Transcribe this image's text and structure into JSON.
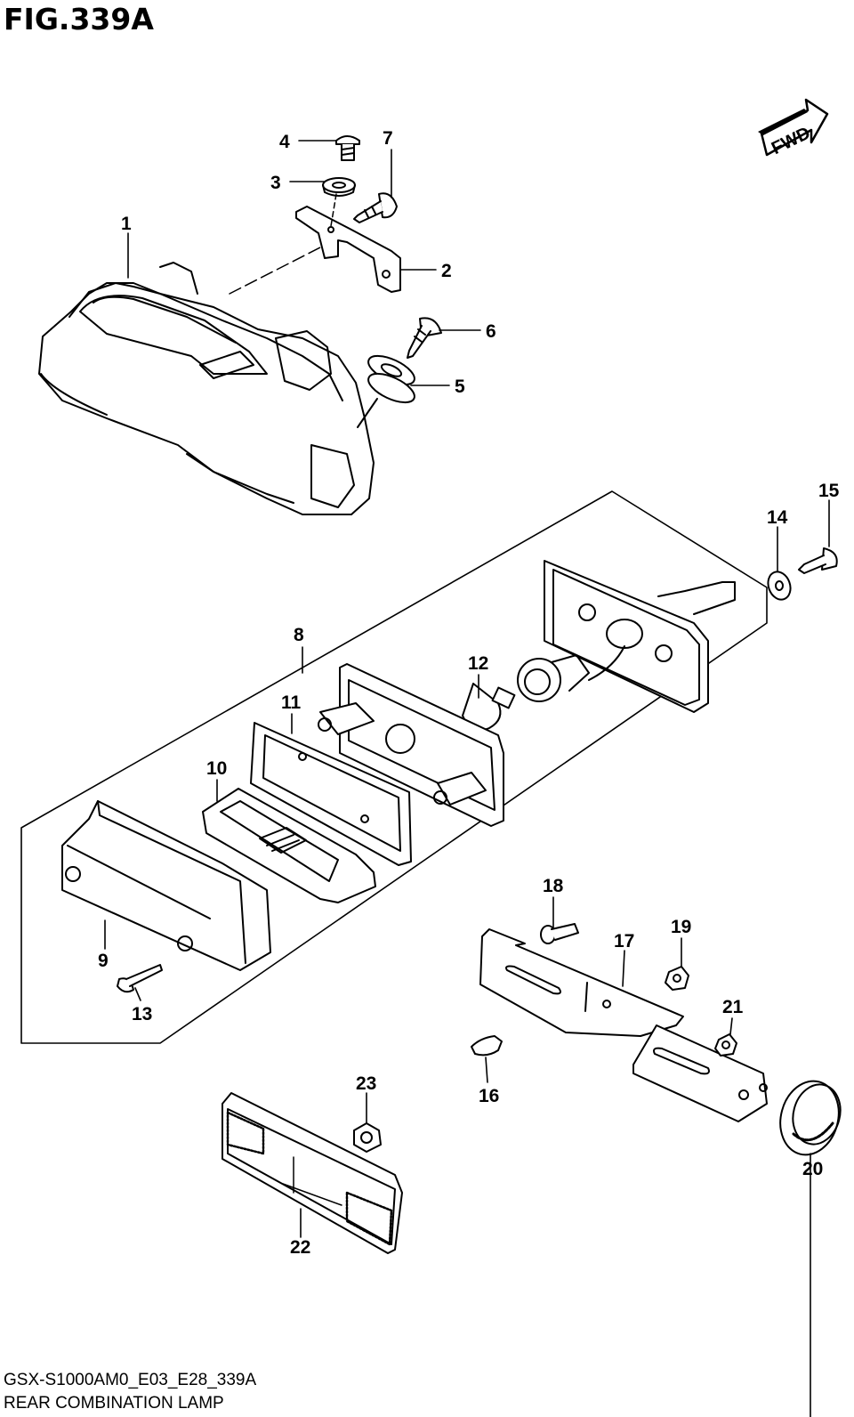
{
  "figure": {
    "title": "FIG.339A"
  },
  "direction_badge": {
    "label": "FWD",
    "icon": "forward-arrow-icon"
  },
  "callouts": [
    "1",
    "2",
    "3",
    "4",
    "5",
    "6",
    "7",
    "8",
    "9",
    "10",
    "11",
    "12",
    "13",
    "14",
    "15",
    "16",
    "17",
    "18",
    "19",
    "20",
    "21",
    "22",
    "23"
  ],
  "footer": {
    "model_code": "GSX-S1000AM0_E03_E28_339A",
    "assembly_name": "REAR COMBINATION LAMP"
  }
}
